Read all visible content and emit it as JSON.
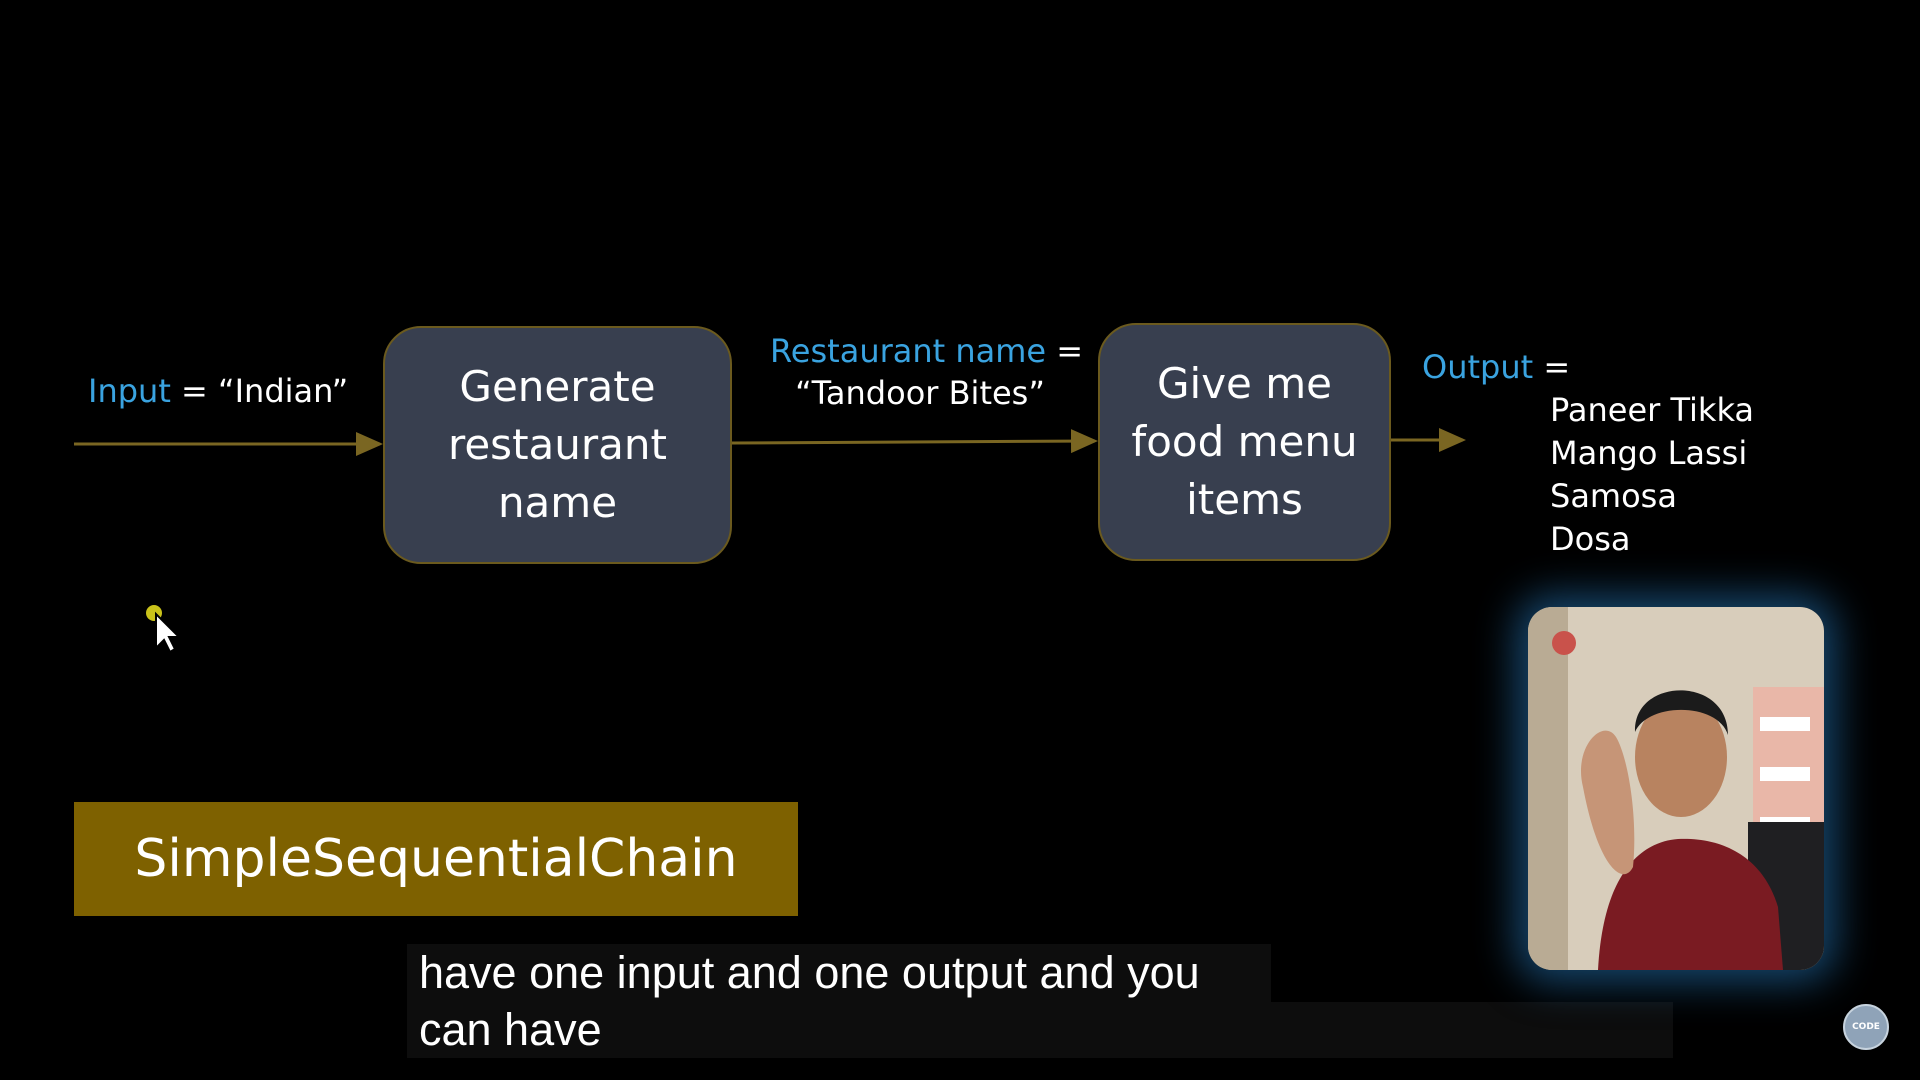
{
  "diagram": {
    "input_label": "Input",
    "input_value": "= “Indian”",
    "step1": [
      "Generate",
      "restaurant",
      "name"
    ],
    "mid_label": "Restaurant name",
    "mid_eq": "=",
    "mid_value": "“Tandoor Bites”",
    "step2": [
      "Give me",
      "food menu",
      "items"
    ],
    "output_label": "Output",
    "output_eq": "=",
    "output_items": [
      "Paneer Tikka",
      "Mango Lassi",
      "Samosa",
      "Dosa"
    ]
  },
  "banner": {
    "title": "SimpleSequentialChain"
  },
  "captions": {
    "line1": "have one input and one output and you",
    "line2": "can have"
  },
  "webcam": {
    "icon": "presenter-video"
  },
  "logo": {
    "text": "CODE"
  },
  "colors": {
    "accent_blue": "#3aa3e0",
    "box_fill": "#383f4f",
    "arrow": "#7a6622",
    "banner": "#7e6100"
  }
}
